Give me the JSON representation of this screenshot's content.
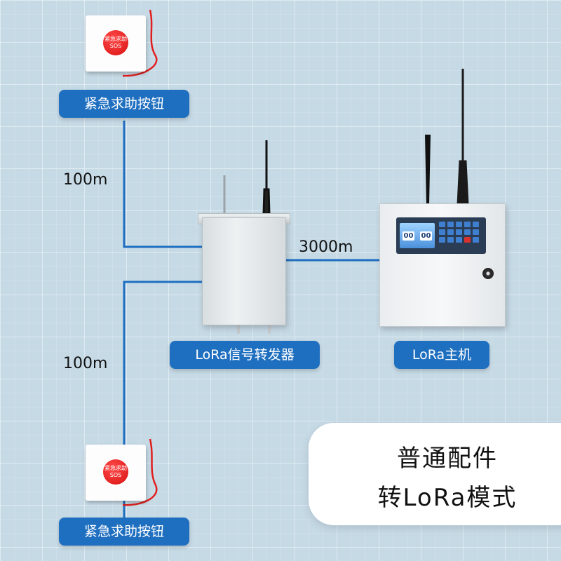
{
  "labels": {
    "button_top": "紧急求助按钮",
    "button_bottom": "紧急求助按钮",
    "repeater": "LoRa信号转发器",
    "host": "LoRa主机"
  },
  "distances": {
    "top": "100m",
    "bottom": "100m",
    "link": "3000m"
  },
  "sos_text": {
    "line1": "紧急求助",
    "line2": "SOS"
  },
  "screen_digits": [
    "00",
    "00"
  ],
  "feature": {
    "line1": "普通配件",
    "line2": "转LoRa模式"
  },
  "colors": {
    "wire": "#1f6fc0",
    "pill": "#1f6fc0",
    "background": "#c6dae6"
  }
}
